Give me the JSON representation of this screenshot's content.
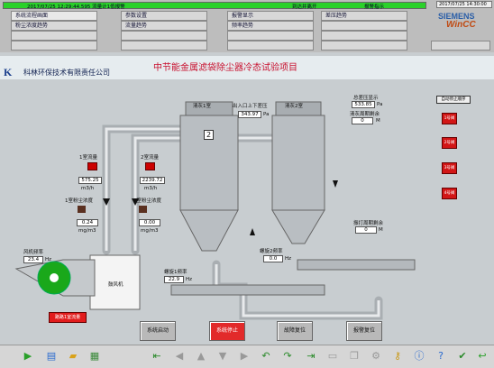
{
  "top": {
    "alarm_text": "2017/07/25 12:29:44.595 流量计1低报警",
    "alarm_text2": "报警指示",
    "alarm_right": "报警指示",
    "alarm_mid": "到达并离开",
    "datetime": "2017/07/25 14:30:00",
    "brand": "SIEMENS",
    "product": "WinCC",
    "nav": [
      "系统流程画面",
      "参数设置",
      "报警显示",
      "差压趋势",
      "粉尘浓度趋势",
      "流量趋势",
      "频率趋势"
    ]
  },
  "header": {
    "title": "中节能金属滤袋除尘器冷态试验项目",
    "company": "科林环保技术有限责任公司",
    "logo": "K"
  },
  "process": {
    "vessel1_label": "清灰1室",
    "vessel2_label": "清灰2室",
    "vessel_num": "2",
    "dp_label": "出入口上下差压",
    "dp_value": "343.97",
    "dp_unit": "Pa",
    "flow1_label": "1室流量",
    "flow1_value": "575.25",
    "flow1_unit": "m3/h",
    "flow2_label": "2室流量",
    "flow2_value": "2239.72",
    "flow2_unit": "m3/h",
    "dust1_label": "1室粉尘浓度",
    "dust1_value": "0.24",
    "dust1_unit": "mg/m3",
    "dust2_label": "2室粉尘浓度",
    "dust2_value": "0.00",
    "dust2_unit": "mg/m3",
    "fan_label": "风机频率",
    "fan_value": "23.4",
    "fan_unit": "Hz",
    "blower_label": "鼓风机",
    "bypass_label": "路路1室流量",
    "screw1_label": "螺旋1频率",
    "screw1_value": "22.9",
    "screw1_unit": "Hz",
    "screw2_label": "螺旋2频率",
    "screw2_value": "0.0",
    "screw2_unit": "Hz",
    "total_dp_label": "总差压显示",
    "total_dp_value": "533.85",
    "total_dp_unit": "Pa",
    "clean_cycle_label": "清灰周期剩余",
    "clean_cycle_value": "0",
    "clean_cycle_unit": "M",
    "vib_cycle_label": "振打周期剩余",
    "vib_cycle_value": "0",
    "vib_cycle_unit": "M",
    "auto_stop_label": "自动停止顺序",
    "red_buttons": [
      "1号阀",
      "2号阀",
      "3号阀",
      "4号阀"
    ]
  },
  "buttons": {
    "start": "系统启动",
    "stop": "系统停止",
    "fault_reset": "故障复位",
    "alarm_reset": "报警复位"
  }
}
